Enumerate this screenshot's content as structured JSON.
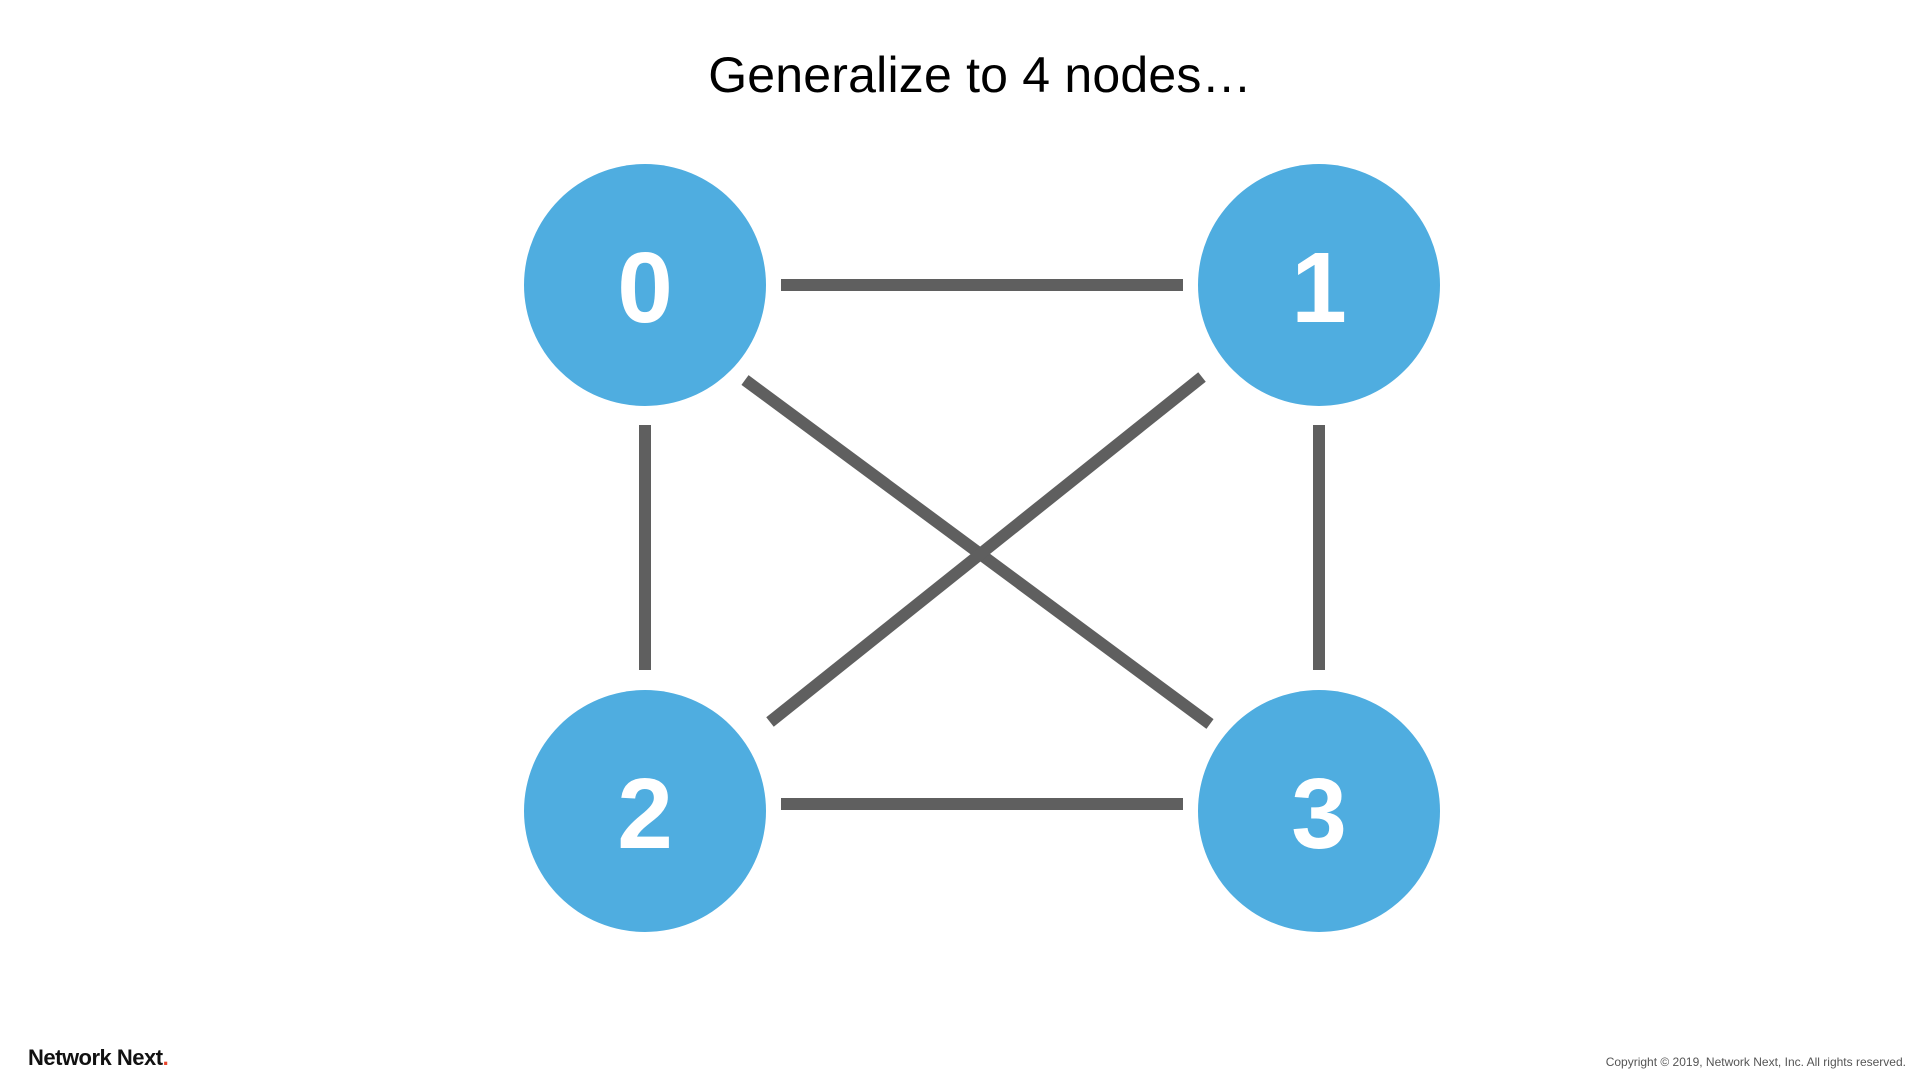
{
  "slide": {
    "title": "Generalize to 4 nodes…"
  },
  "graph": {
    "nodes": [
      {
        "id": "0",
        "label": "0"
      },
      {
        "id": "1",
        "label": "1"
      },
      {
        "id": "2",
        "label": "2"
      },
      {
        "id": "3",
        "label": "3"
      }
    ],
    "edges": [
      {
        "from": "0",
        "to": "1"
      },
      {
        "from": "0",
        "to": "2"
      },
      {
        "from": "0",
        "to": "3"
      },
      {
        "from": "1",
        "to": "2"
      },
      {
        "from": "1",
        "to": "3"
      },
      {
        "from": "2",
        "to": "3"
      }
    ],
    "colors": {
      "node_fill": "#4fade0",
      "node_text": "#ffffff",
      "edge": "#5f5f5f"
    }
  },
  "footer": {
    "brand_name": "Network Next",
    "brand_dot": ".",
    "brand_accent_color": "#e8452c",
    "copyright": "Copyright © 2019, Network Next, Inc. All rights reserved."
  }
}
